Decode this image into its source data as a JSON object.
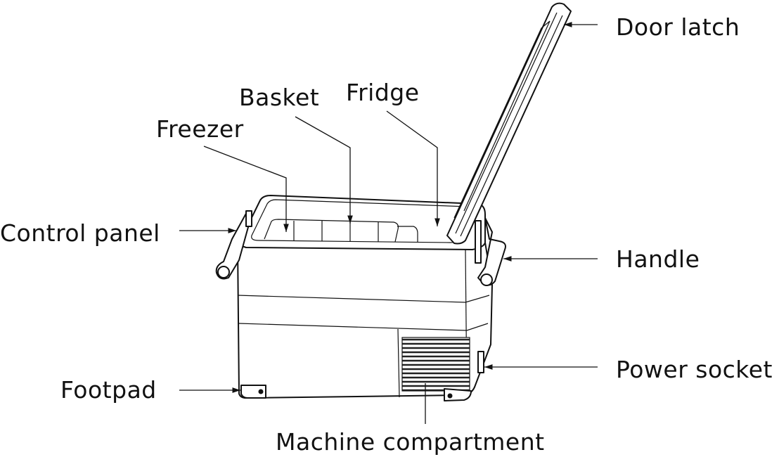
{
  "labels": {
    "door_latch": "Door latch",
    "basket": "Basket",
    "fridge": "Fridge",
    "freezer": "Freezer",
    "control_panel": "Control panel",
    "handle": "Handle",
    "power_socket": "Power socket",
    "footpad": "Footpad",
    "machine_compartment": "Machine compartment"
  }
}
